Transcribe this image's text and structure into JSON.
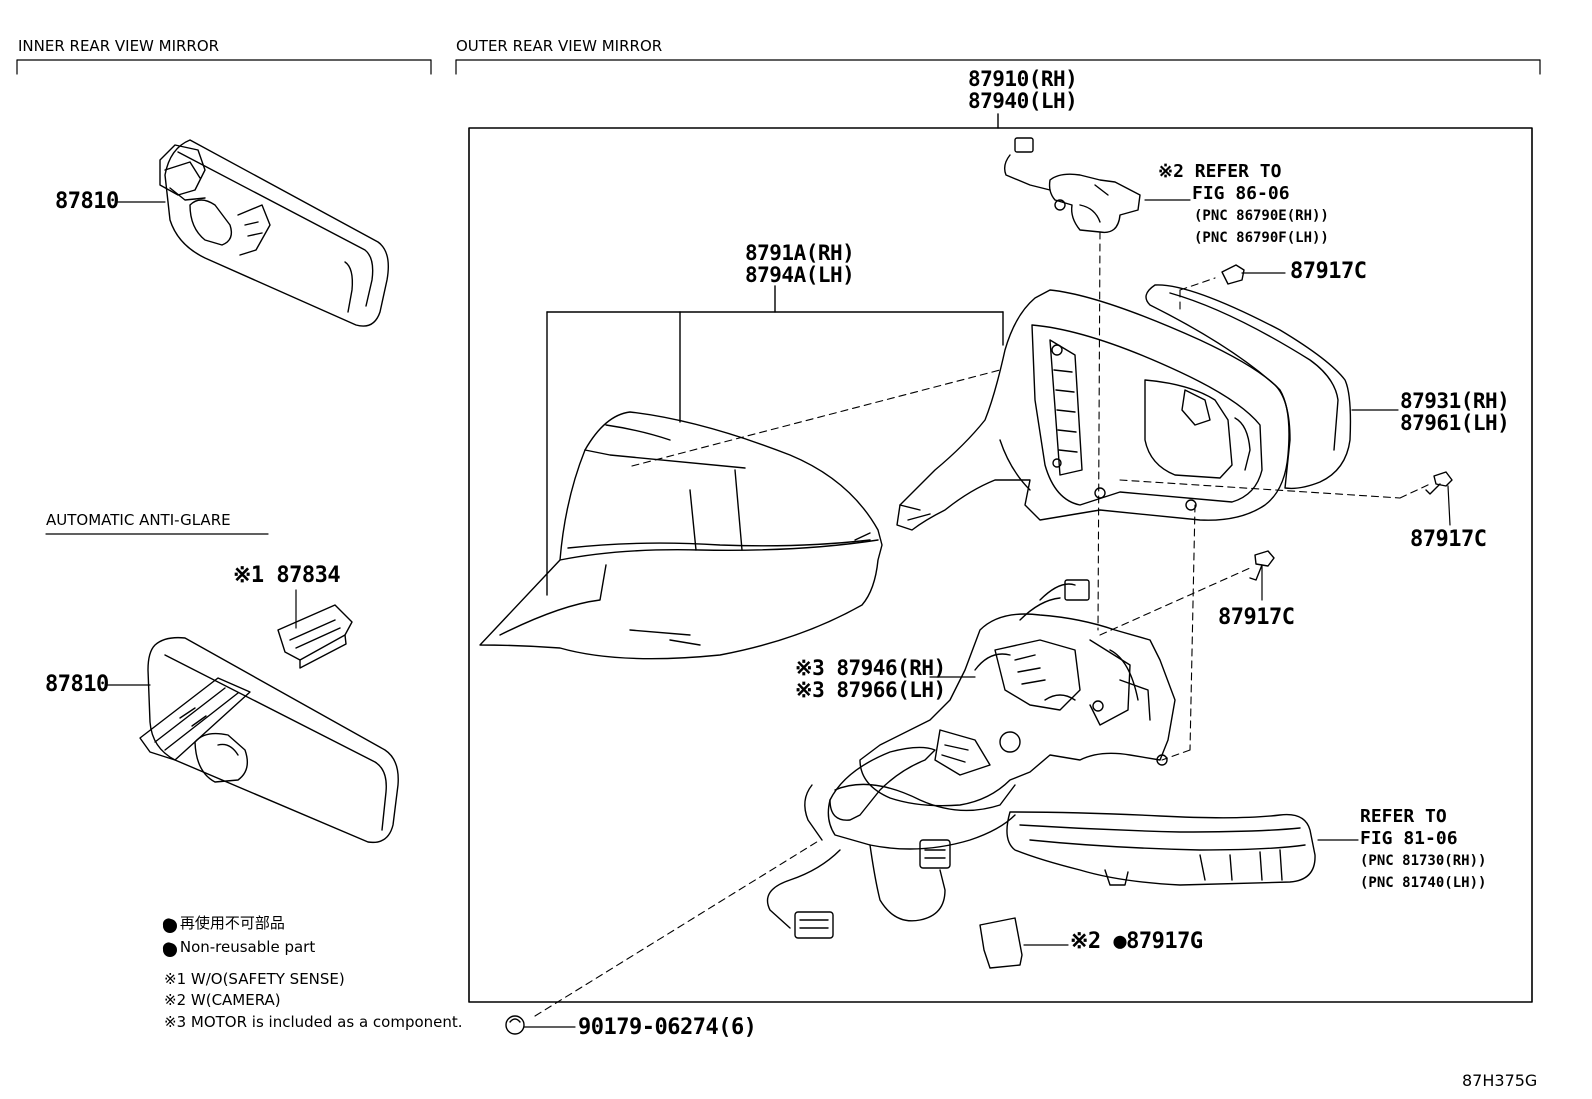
{
  "sections": {
    "inner": "INNER REAR VIEW MIRROR",
    "outer": "OUTER REAR VIEW MIRROR",
    "anti_glare": "AUTOMATIC ANTI-GLARE"
  },
  "parts": {
    "inner_mirror_top": "87810",
    "inner_mirror_bottom": "87810",
    "cover_87834": "※1 87834",
    "assy_rh": "87910(RH)",
    "assy_lh": "87940(LH)",
    "cover_rh": "8791A(RH)",
    "cover_lh": "8794A(LH)",
    "mirror_rh": "87931(RH)",
    "mirror_lh": "87961(LH)",
    "screw_1": "87917C",
    "screw_2": "87917C",
    "screw_3": "87917C",
    "motor_rh": "※3 87946(RH)",
    "motor_lh": "※3 87966(LH)",
    "pad": "※2 ●87917G",
    "clip": "90179-06274(6)"
  },
  "refs": {
    "camera": [
      "※2 REFER TO",
      "FIG 86-06",
      "(PNC 86790E(RH))",
      "(PNC 86790F(LH))"
    ],
    "turn_lamp": [
      "REFER TO",
      "FIG 81-06",
      "(PNC 81730(RH))",
      "(PNC 81740(LH))"
    ]
  },
  "notes": [
    "● 再使用不可部品",
    "● Non-reusable part",
    "※1 W/O(SAFETY SENSE)",
    "※2 W(CAMERA)",
    "※3 MOTOR is included as a component."
  ],
  "diagram_code": "87H375G"
}
